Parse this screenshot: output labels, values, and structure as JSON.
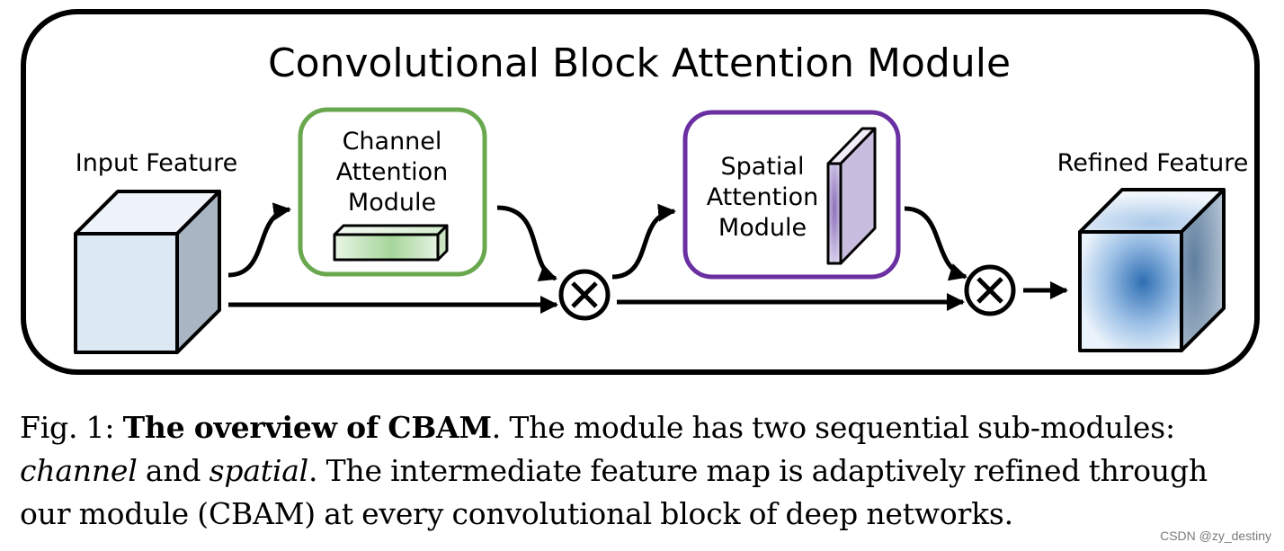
{
  "diagram": {
    "title": "Convolutional Block Attention Module",
    "input_label": "Input Feature",
    "output_label": "Refined Feature",
    "channel_module": {
      "line1": "Channel",
      "line2": "Attention",
      "line3": "Module"
    },
    "spatial_module": {
      "line1": "Spatial",
      "line2": "Attention",
      "line3": "Module"
    }
  },
  "caption": {
    "fig_label": "Fig. 1:",
    "bold_title": "The overview of CBAM",
    "sentence_1": ". The module has two sequential sub-modules:",
    "word_channel": "channel",
    "and_word": " and ",
    "word_spatial": "spatial",
    "sentence_2": ". The intermediate feature map is adaptively refined through",
    "line_3": "our module (CBAM) at every convolutional block of deep networks."
  },
  "watermark": "CSDN @zy_destiny",
  "colors": {
    "channel_border": "#6aa84f",
    "spatial_border": "#6a2fa0",
    "input_cube_front": "#dde8f5",
    "input_cube_side": "#aab5c3"
  }
}
